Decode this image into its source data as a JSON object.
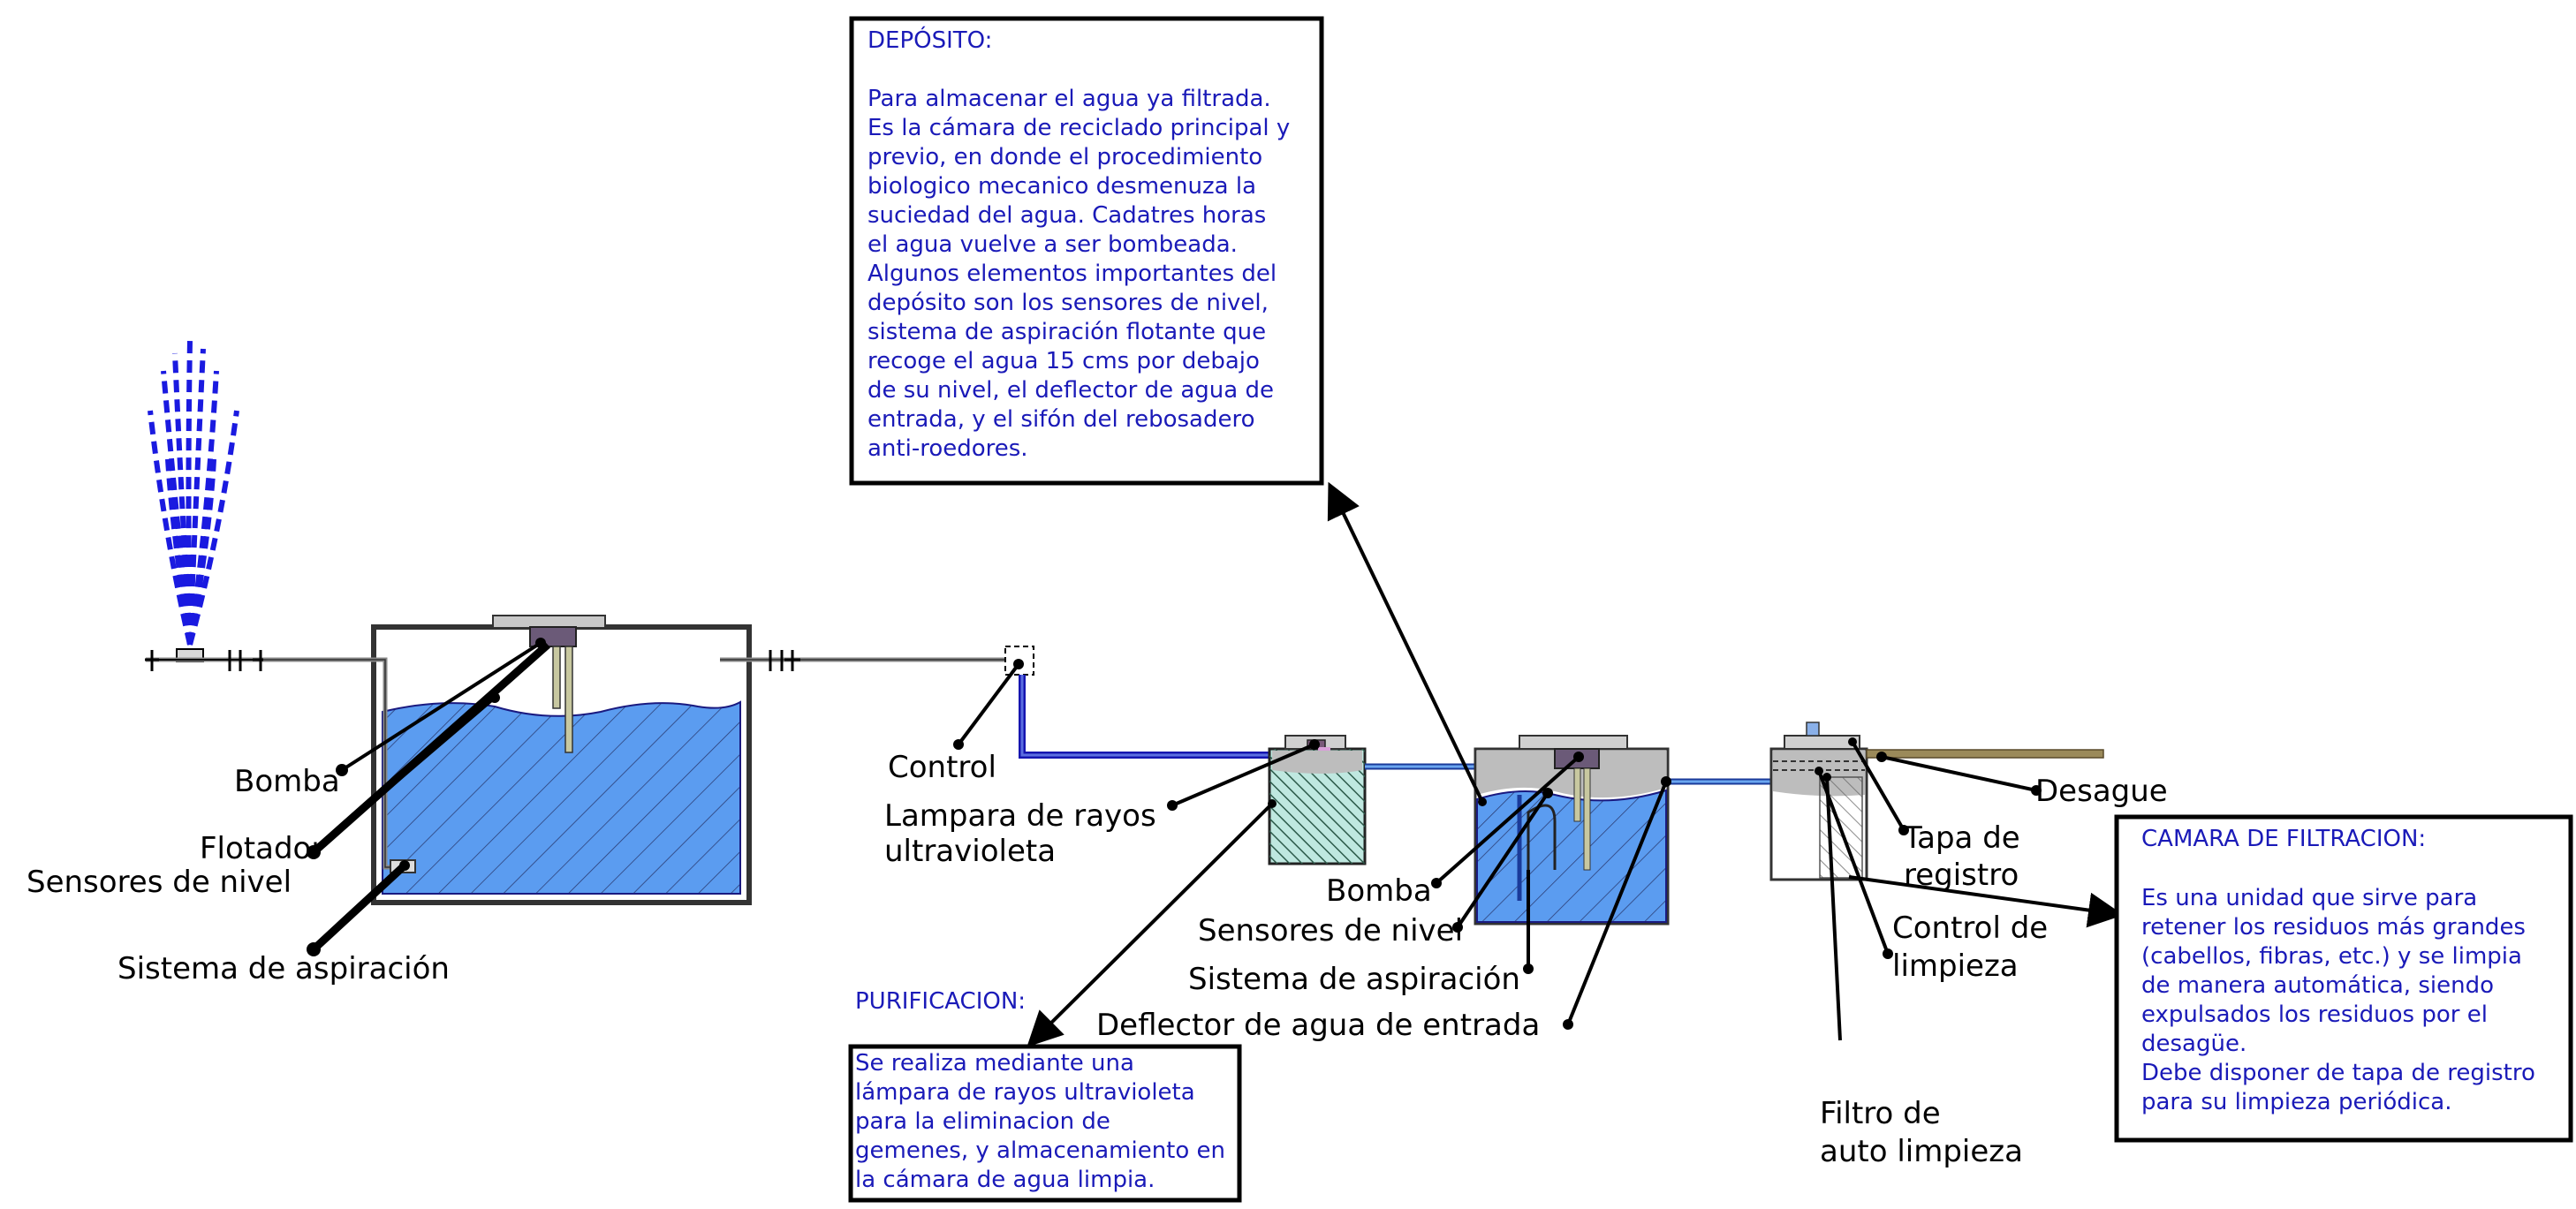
{
  "labels": {
    "bomba_left": "Bomba",
    "flotador": "Flotador",
    "sensores_left": "Sensores de nivel",
    "aspiracion_left": "Sistema de aspiración",
    "control": "Control",
    "lampara_1": "Lampara de rayos",
    "lampara_2": "ultravioleta",
    "bomba_right": "Bomba",
    "sensores_right": "Sensores de nivel",
    "aspiracion_right": "Sistema de aspiración",
    "deflector": "Deflector de agua de entrada",
    "desague": "Desague",
    "tapa_1": "Tapa de",
    "tapa_2": "registro",
    "control_limpieza_1": "Control de",
    "control_limpieza_2": "limpieza",
    "filtro_1": "Filtro de",
    "filtro_2": "auto limpieza"
  },
  "boxes": {
    "deposito": {
      "title": "DEPÓSITO:",
      "lines": [
        "Para almacenar el agua ya filtrada.",
        "Es la cámara de reciclado principal y",
        "previo, en donde el procedimiento",
        "biologico mecanico  desmenuza la",
        "suciedad del agua. Cadatres horas",
        "el agua vuelve a ser bombeada.",
        "Algunos elementos importantes del",
        "depósito son los sensores de nivel,",
        "sistema de aspiración flotante que",
        "recoge el agua 15 cms por debajo",
        "de su nivel, el deflector de agua de",
        "entrada, y el sifón del rebosadero",
        "anti-roedores."
      ]
    },
    "purificacion": {
      "title": "PURIFICACION:",
      "lines": [
        "Se realiza  mediante una",
        "lámpara de rayos ultravioleta",
        "para la eliminacion de",
        "gemenes, y almacenamiento en",
        "la cámara de agua limpia."
      ]
    },
    "filtracion": {
      "title": "CAMARA DE FILTRACION:",
      "lines": [
        "Es una unidad que sirve para",
        "retener los residuos más grandes",
        "(cabellos, fibras, etc.) y se limpia",
        "de manera automática, siendo",
        "expulsados los residuos por el",
        "desagüe.",
        "Debe disponer de tapa de registro",
        "para su limpieza periódica."
      ]
    }
  },
  "colors": {
    "water": "#5b9cf0",
    "text_blue": "#1a1ab8",
    "pipe_blue": "#1515b0",
    "tank_grey": "#bdbdbd",
    "pump_purple": "#6b5a78",
    "drain": "#9b8a5a"
  }
}
